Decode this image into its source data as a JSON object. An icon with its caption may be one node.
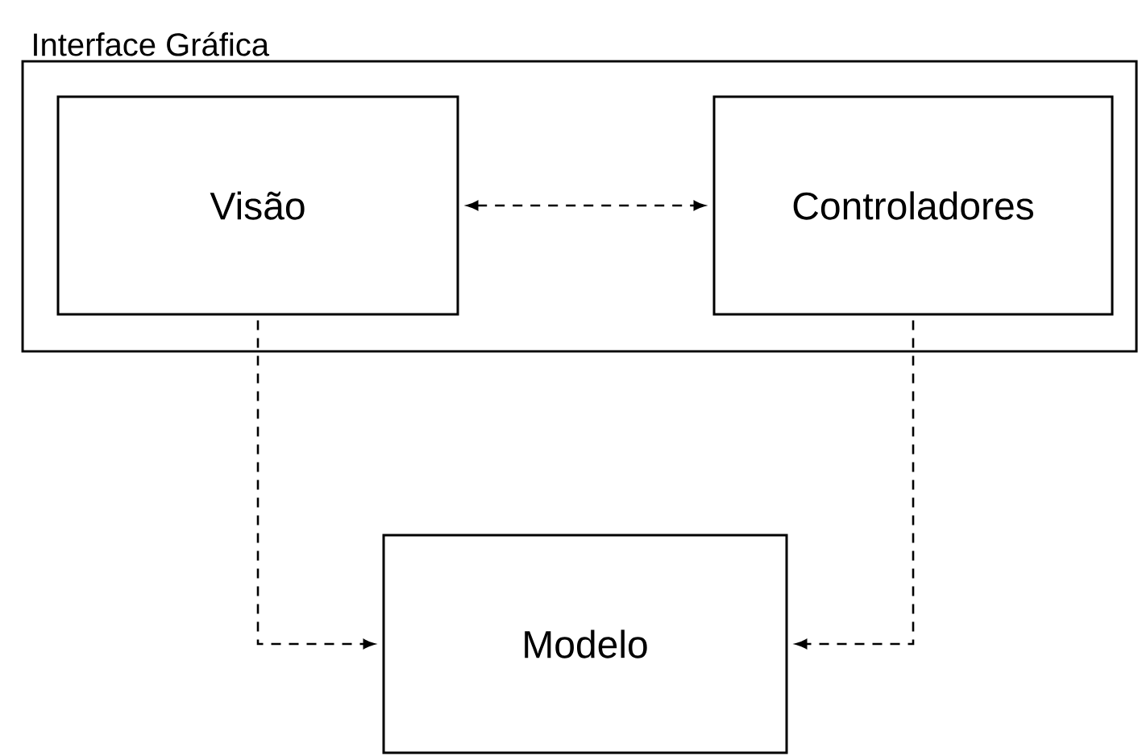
{
  "diagram": {
    "nodes": [
      {
        "text": [
          "Interface Gráfica"
        ]
      },
      {
        "text": [
          "Visão"
        ],
        "in": 0
      },
      {
        "text": [
          "Controladores"
        ],
        "in": 0
      },
      {
        "text": [
          "Modelo"
        ]
      }
    ],
    "edges": [
      {
        "from": 1,
        "to": 2,
        "arrow": "both",
        "style": "dashed"
      },
      {
        "from": 1,
        "to": 3,
        "arrow": "to",
        "style": "dashed"
      },
      {
        "from": 2,
        "to": 3,
        "arrow": "to",
        "style": "dashed"
      }
    ]
  }
}
